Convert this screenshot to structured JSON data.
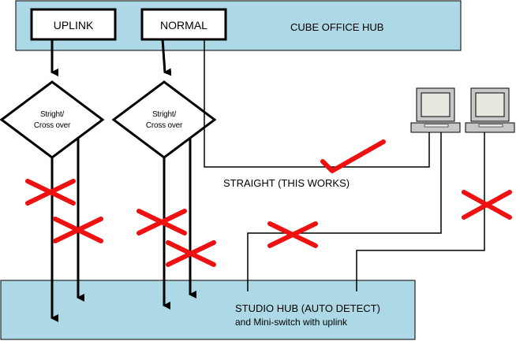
{
  "colors": {
    "hub_fill": "#add8e6",
    "line": "#000000",
    "cross": "#ee1111",
    "check": "#ee1111",
    "monitor_frame": "#c8c8c8",
    "monitor_screen": "#e8e8e0"
  },
  "top_hub": {
    "title": "CUBE OFFICE HUB",
    "uplink_label": "UPLINK",
    "normal_label": "NORMAL"
  },
  "bottom_hub": {
    "title_line1": "STUDIO HUB (AUTO DETECT)",
    "title_line2": "and Mini-switch with uplink"
  },
  "switch_left": {
    "line1": "Stright/",
    "line2": "Cross over"
  },
  "switch_right": {
    "line1": "Stright/",
    "line2": "Cross over"
  },
  "straight_note": "STRAIGHT (THIS WORKS)",
  "icons": [
    "computer-icon",
    "computer-icon",
    "cross-mark-icon",
    "check-mark-icon"
  ]
}
